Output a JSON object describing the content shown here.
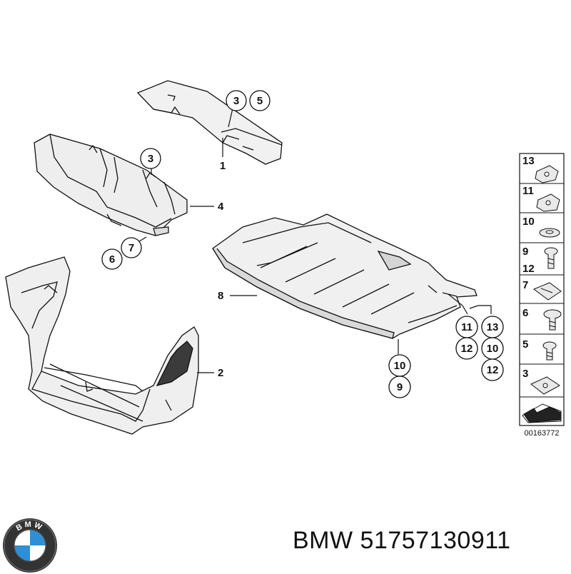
{
  "callouts": {
    "c1": "3",
    "c2": "5",
    "c3": "3",
    "c4": "6",
    "c5": "7",
    "c6": "11",
    "c7": "13",
    "c8": "12",
    "c9": "10",
    "c10": "12",
    "c11": "10",
    "c12": "9"
  },
  "leaders": {
    "l1": "1",
    "l2": "4",
    "l3": "8",
    "l4": "2"
  },
  "legend": {
    "r1": "13",
    "r2": "11",
    "r3": "10",
    "r4": "9",
    "r5": "12",
    "r6": "7",
    "r7": "6",
    "r8": "5",
    "r9": "3"
  },
  "diagram_id": "00163772",
  "caption": {
    "brand": "BMW",
    "part_number": "51757130911"
  },
  "logo_text": "BMW",
  "colors": {
    "line": "#111111",
    "fill": "#f2f2f2",
    "shade": "#d8d8d8"
  }
}
